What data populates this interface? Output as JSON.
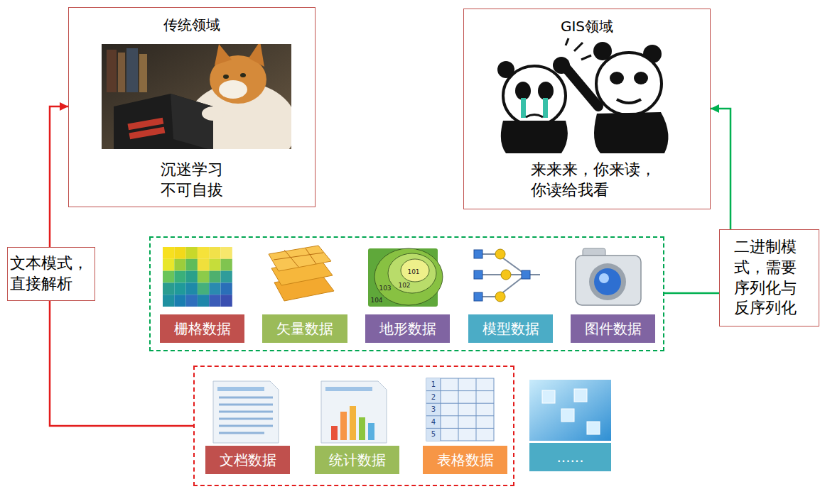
{
  "diagram": {
    "nodes": [
      {
        "text": [
          "传统领域",
          "沉迷学习 不可自拔"
        ]
      },
      {
        "text": [
          "GIS领域",
          "来来来，你来读， 你读给我看"
        ]
      },
      {
        "text": [
          "文本模式， 直接解析"
        ]
      },
      {
        "text": []
      },
      {
        "text": [
          "栅格数据"
        ],
        "in": 3
      },
      {
        "text": [
          "矢量数据"
        ],
        "in": 3
      },
      {
        "text": [
          "地形数据"
        ],
        "in": 3
      },
      {
        "text": [
          "模型数据"
        ],
        "in": 3
      },
      {
        "text": [
          "图件数据"
        ],
        "in": 3
      },
      {
        "text": [
          "二进制模 式，需要 序列化与 反序列化"
        ]
      },
      {
        "text": []
      },
      {
        "text": [
          "文档数据"
        ],
        "in": 10
      },
      {
        "text": [
          "统计数据"
        ],
        "in": 10
      },
      {
        "text": [
          "表格数据"
        ],
        "in": 10
      },
      {
        "text": [
          "......"
        ]
      }
    ],
    "edges": [
      {
        "from": 10,
        "to": 2,
        "arrow": "none"
      },
      {
        "from": 2,
        "to": 0,
        "arrow": "to"
      },
      {
        "from": 3,
        "to": 9,
        "arrow": "none"
      },
      {
        "from": 9,
        "to": 1,
        "arrow": "to"
      }
    ],
    "labels": [
      "101",
      "102",
      "103",
      "104",
      "1",
      "2",
      "3",
      "4",
      "5"
    ]
  }
}
